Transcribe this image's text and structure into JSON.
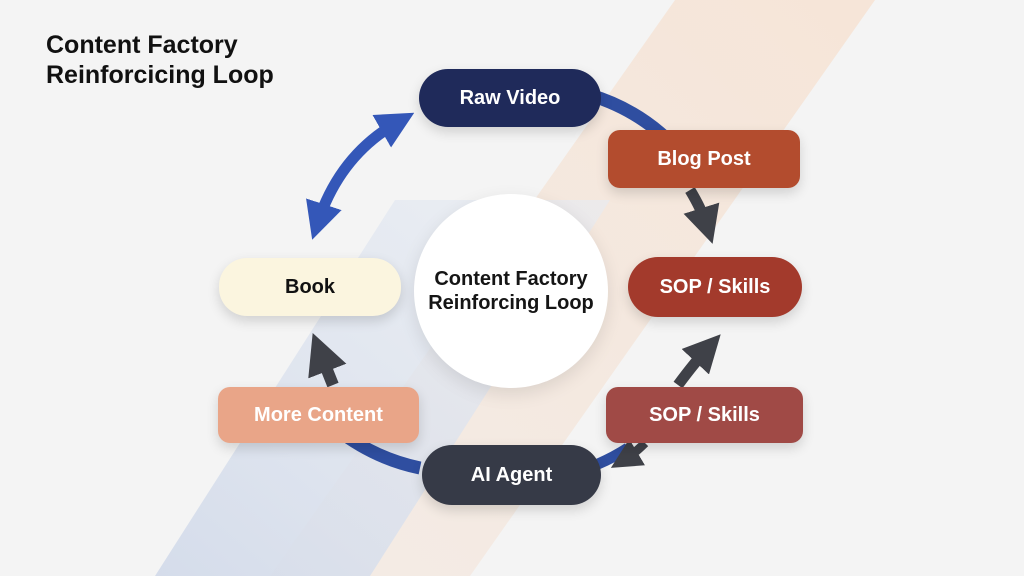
{
  "title": {
    "line1": "Content Factory",
    "line2": "Reinforcicing Loop"
  },
  "center": {
    "line1": "Content Factory",
    "line2": "Reinforcing Loop"
  },
  "nodes": {
    "raw_video": "Raw Video",
    "blog_post": "Blog Post",
    "sop_skills_1": "SOP / Skills",
    "sop_skills_2": "SOP / Skills",
    "ai_agent": "AI Agent",
    "more_content": "More Content",
    "book": "Book"
  },
  "colors": {
    "raw_video": "#1f2a5a",
    "blog_post": "#b34c2e",
    "sop_skills_1": "#a33a2c",
    "sop_skills_2": "#a04a46",
    "ai_agent": "#363a47",
    "more_content": "#e9a588",
    "book": "#fbf5df",
    "loop_blue": "#2f4ea0",
    "arrow_dark": "#3f4148",
    "arrow_bright_blue": "#3457b8"
  }
}
